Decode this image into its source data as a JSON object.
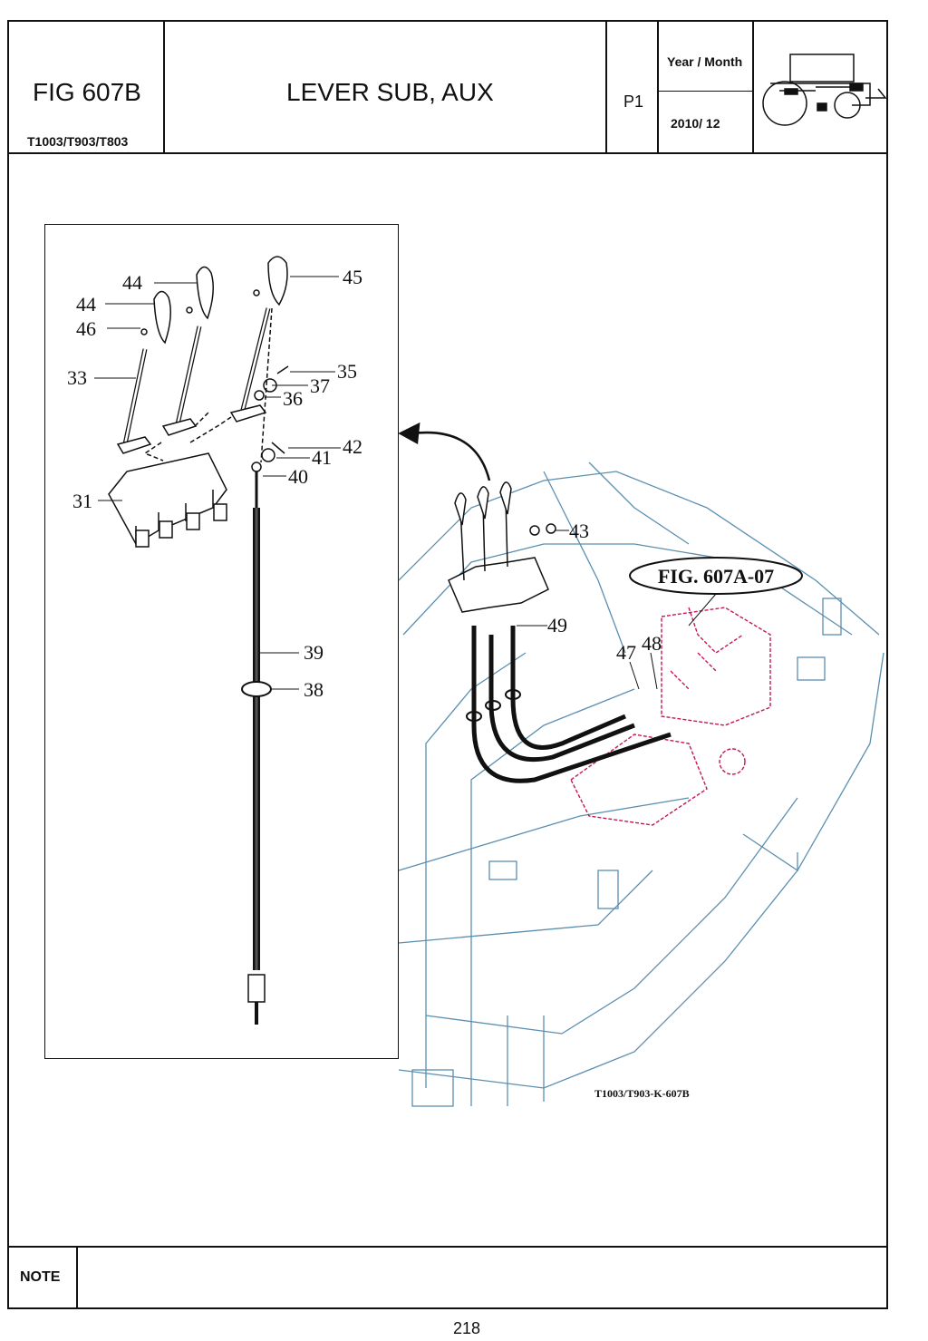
{
  "header": {
    "figure": "FIG 607B",
    "models": "T1003/T903/T803",
    "title": "LEVER SUB, AUX",
    "page": "P1",
    "year_month_label": "Year / Month",
    "year_month_value": "2010/ 12",
    "thumbnail_icon": "tractor-silhouette-icon"
  },
  "diagram": {
    "callouts": [
      "44",
      "44",
      "46",
      "45",
      "33",
      "35",
      "37",
      "36",
      "42",
      "41",
      "40",
      "31",
      "39",
      "38",
      "43",
      "49",
      "47",
      "48"
    ],
    "reference_label": "FIG. 607A-07",
    "drawing_code": "T1003/T903-K-607B"
  },
  "footer": {
    "note_label": "NOTE",
    "page_number": "218"
  },
  "colors": {
    "frame": "#111111",
    "valve_magenta": "#c2185b",
    "chassis_blue": "#5b8fb0"
  }
}
